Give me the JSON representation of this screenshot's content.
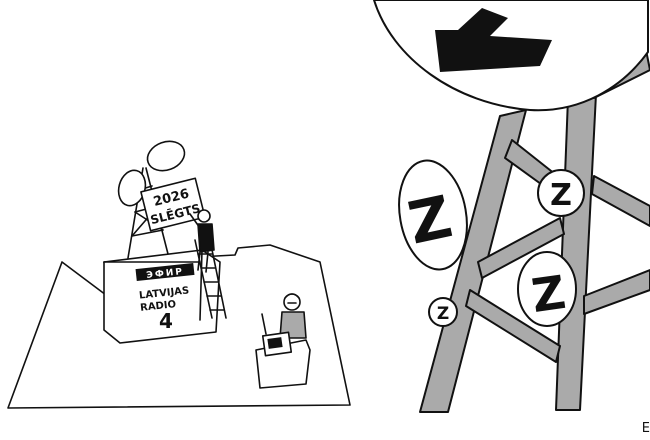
{
  "left_panel": {
    "sign_line_1": "2026",
    "sign_line_2": "SLĒGTS",
    "cabinet_band": "ЭФИР",
    "cabinet_line_1": "LATVIJAS",
    "cabinet_line_2": "RADIO",
    "cabinet_number": "4"
  },
  "right_panel": {
    "sleep_marks": [
      "Z",
      "Z",
      "Z",
      "Z"
    ]
  },
  "corner_mark": "E"
}
